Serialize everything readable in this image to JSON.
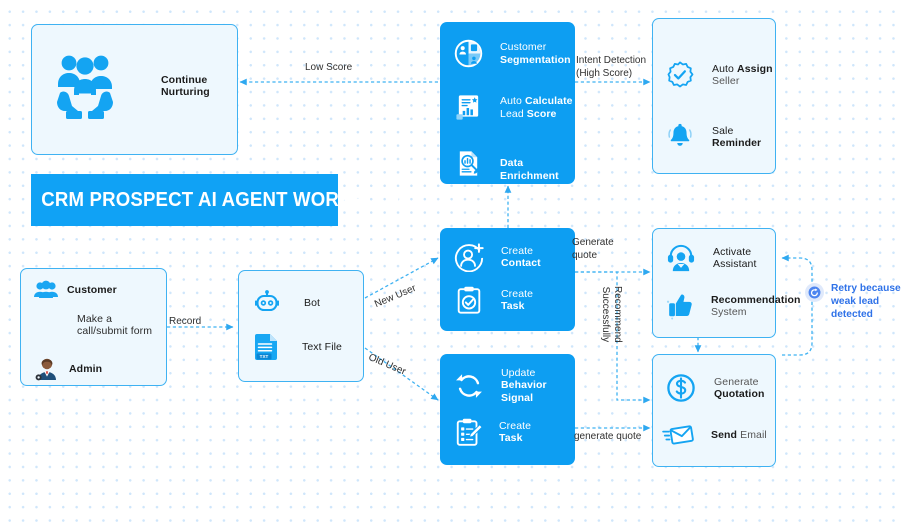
{
  "title": {
    "text": "CRM PROSPECT AI AGENT WORKFLOW",
    "bg": "#10a2f5",
    "color": "#ffffff"
  },
  "theme": {
    "accent": "#0d9ef2",
    "light_fill": "#eef8fe",
    "light_border": "#3fb2f2",
    "dot_color": "#cfe6fb",
    "retry_text": "#2f72e8"
  },
  "nodes": {
    "continue_nurturing": {
      "style": "light",
      "icon": "nurture-hands-people-icon",
      "label": "Continue\nNurturing"
    },
    "source": {
      "style": "light",
      "items": [
        {
          "icon": "customer-group-icon",
          "plain": "",
          "bold": "Customer"
        },
        {
          "icon": "none",
          "note": "Make a\ncall/submit form"
        },
        {
          "icon": "admin-person-icon",
          "plain": "",
          "bold": "Admin"
        }
      ]
    },
    "bot_file": {
      "style": "light",
      "items": [
        {
          "icon": "bot-icon",
          "plain": "Bot",
          "bold": ""
        },
        {
          "icon": "text-file-icon",
          "plain": "Text File",
          "bold": ""
        }
      ]
    },
    "scoring": {
      "style": "solid",
      "items": [
        {
          "icon": "customer-segmentation-icon",
          "plain": "Customer",
          "bold": "Segmentation"
        },
        {
          "icon": "lead-score-chart-icon",
          "plain": "Auto ",
          "bold": "Calculate",
          "plain2": "Lead ",
          "bold2": "Score"
        },
        {
          "icon": "data-enrichment-icon",
          "plain": "",
          "bold": "Data\nEnrichment"
        }
      ]
    },
    "assign": {
      "style": "light",
      "items": [
        {
          "icon": "badge-check-icon",
          "plain": "Auto ",
          "bold": "Assign",
          "plain2": "Seller"
        },
        {
          "icon": "bell-icon",
          "plain": "Sale ",
          "bold": "Reminder"
        }
      ]
    },
    "create": {
      "style": "solid",
      "items": [
        {
          "icon": "user-plus-icon",
          "plain": "Create",
          "bold": "Contact"
        },
        {
          "icon": "clipboard-check-icon",
          "plain": "Create",
          "bold": "Task"
        }
      ]
    },
    "assistant": {
      "style": "light",
      "items": [
        {
          "icon": "headset-assistant-icon",
          "plain": "Activate\nAssistant",
          "bold": ""
        },
        {
          "icon": "thumbs-up-icon",
          "bold": "Recommendation",
          "plain2": "System"
        }
      ]
    },
    "behavior": {
      "style": "solid",
      "items": [
        {
          "icon": "refresh-sync-icon",
          "plain": "Update",
          "bold": "Behavior\nSignal"
        },
        {
          "icon": "clipboard-pencil-icon",
          "plain": "Create",
          "bold": "Task"
        }
      ]
    },
    "quotation": {
      "style": "light",
      "items": [
        {
          "icon": "dollar-circle-icon",
          "plain": "Generate",
          "bold": "Quotation"
        },
        {
          "icon": "envelope-send-icon",
          "bold": "Send",
          "plain2": " Email"
        }
      ]
    }
  },
  "edges": {
    "low_score": "Low Score",
    "intent_detection": "Intent Detection\n(High Score)",
    "record": "Record",
    "new_user": "New User",
    "old_user": "Old User",
    "generate_quote_upper": "Generate\nquote",
    "recommend_successfully": "Recommend\nSuccessfully",
    "generate_quote_lower": "generate quote"
  },
  "retry": {
    "icon": "retry-circle-icon",
    "text": "Retry because\nweak lead\ndetected"
  }
}
